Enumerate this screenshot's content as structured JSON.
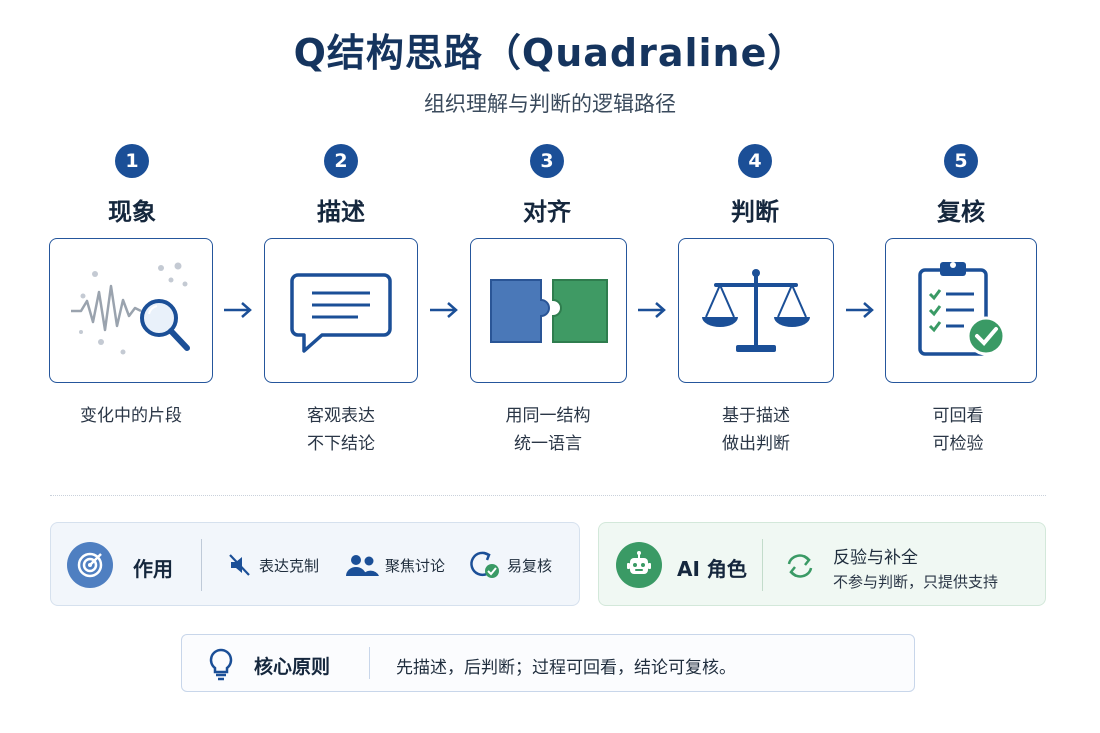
{
  "header": {
    "title": "Q结构思路（Quadraline）",
    "subtitle": "组织理解与判断的逻辑路径"
  },
  "steps": [
    {
      "num": "1",
      "title": "现象",
      "desc": [
        "变化中的片段"
      ],
      "icon": "waveform-magnifier-icon"
    },
    {
      "num": "2",
      "title": "描述",
      "desc": [
        "客观表达",
        "不下结论"
      ],
      "icon": "speech-bubble-icon"
    },
    {
      "num": "3",
      "title": "对齐",
      "desc": [
        "用同一结构",
        "统一语言"
      ],
      "icon": "puzzle-pieces-icon"
    },
    {
      "num": "4",
      "title": "判断",
      "desc": [
        "基于描述",
        "做出判断"
      ],
      "icon": "balance-scale-icon"
    },
    {
      "num": "5",
      "title": "复核",
      "desc": [
        "可回看",
        "可检验"
      ],
      "icon": "clipboard-check-icon"
    }
  ],
  "role_panel": {
    "label": "作用",
    "features": [
      {
        "label": "表达克制",
        "icon": "mute-icon"
      },
      {
        "label": "聚焦讨论",
        "icon": "people-icon"
      },
      {
        "label": "易复核",
        "icon": "refresh-check-icon"
      }
    ]
  },
  "ai_panel": {
    "label": "AI 角色",
    "line1": "反验与补全",
    "line2": "不参与判断，只提供支持"
  },
  "core": {
    "label": "核心原则",
    "text": "先描述，后判断；过程可回看，结论可复核。"
  },
  "colors": {
    "primary": "#1b4f97",
    "title": "#15345e",
    "green": "#3a9a65",
    "blue_panel": "#f2f6fb",
    "green_panel": "#f0f8f3"
  }
}
